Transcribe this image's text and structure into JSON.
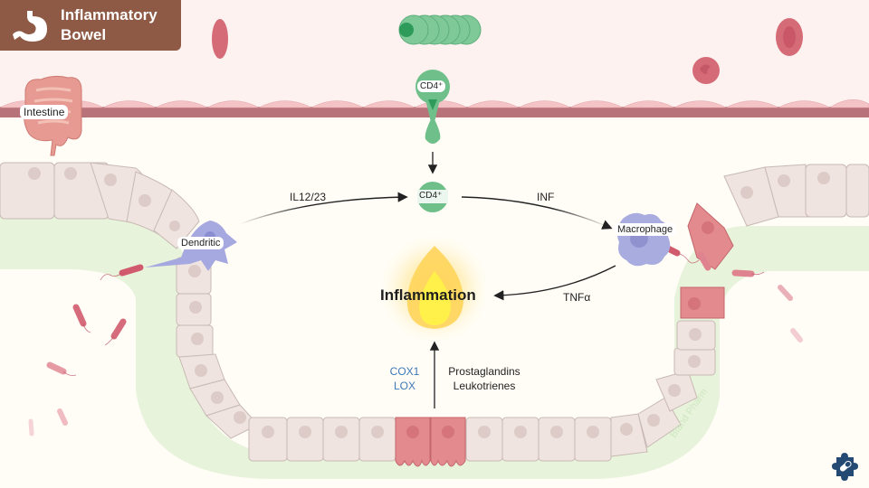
{
  "title": "Inflammatory Bowel",
  "labels": {
    "intestine": "Intestine",
    "cd4_vessel": "CD4⁺",
    "cd4_center": "CD4⁺",
    "dendritic": "Dendritic",
    "macrophage": "Macrophage",
    "il12_23": "IL12/23",
    "inf": "INF",
    "tnfa": "TNFα",
    "inflammation": "Inflammation",
    "cox1": "COX1",
    "lox": "LOX",
    "prostaglandins": "Prostaglandins",
    "leukotrienes": "Leukotrienes",
    "watermark": "Bland Pharm"
  },
  "icons": {
    "title": "stomach-icon",
    "logo": "puzzle-pill-icon"
  },
  "colors": {
    "title_bg": "#8e5a45",
    "cd4": "#6fbf8a",
    "cd4_dark": "#2e9b5a",
    "macrophage": "#a9acdf",
    "dendritic": "#a6a8e0",
    "rbc": "#d66b78",
    "inflamed_cell": "#e28a8e",
    "epithelium": "#efe4e0",
    "lamina": "#e4f2d8",
    "cox_text": "#3d78b8",
    "logo": "#244a73"
  }
}
